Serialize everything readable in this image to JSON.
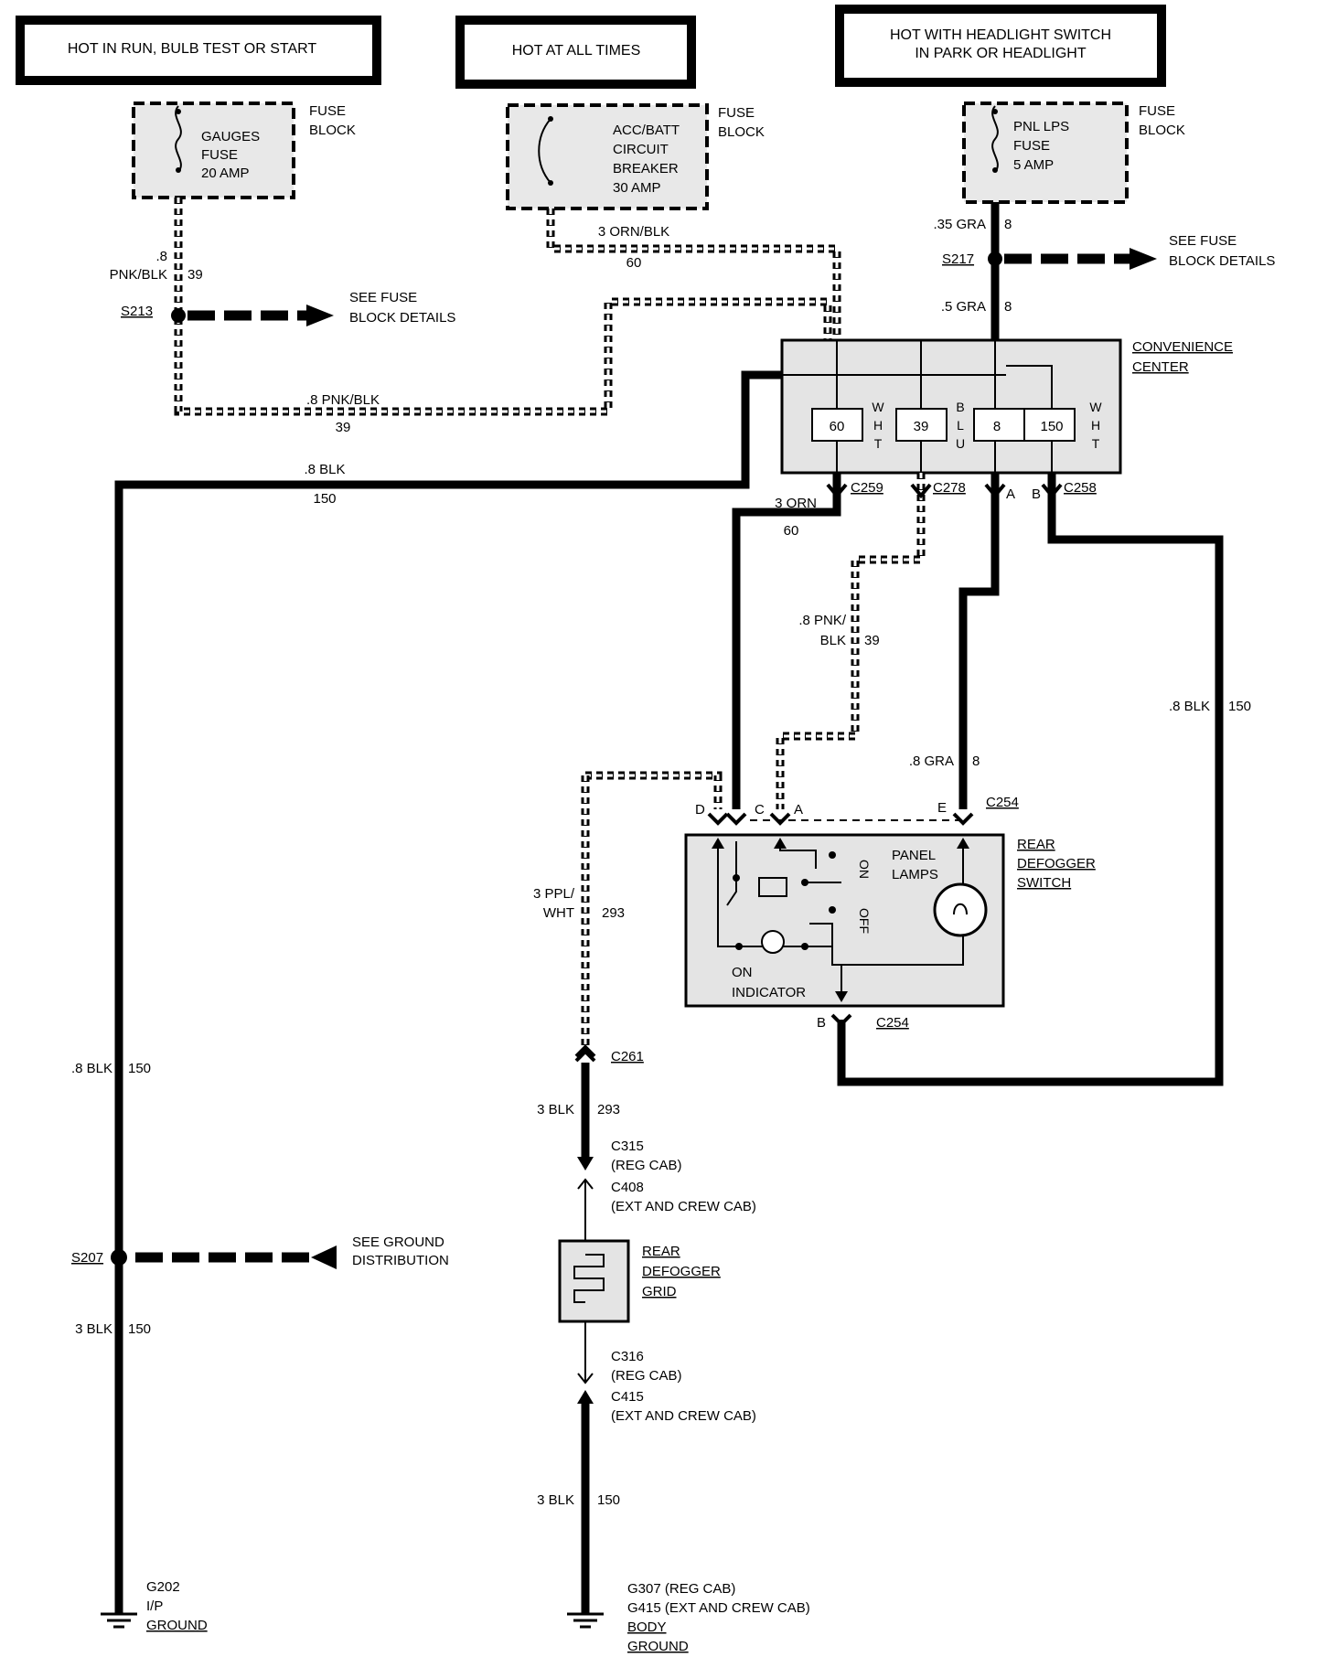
{
  "headers": {
    "run": "HOT IN RUN, BULB TEST OR START",
    "all_times": "HOT AT ALL TIMES",
    "headlight_line1": "HOT WITH HEADLIGHT SWITCH",
    "headlight_line2": "IN PARK OR HEADLIGHT"
  },
  "fuses": {
    "gauges": {
      "line1": "GAUGES",
      "line2": "FUSE",
      "line3": "20 AMP"
    },
    "accbatt": {
      "line1": "ACC/BATT",
      "line2": "CIRCUIT",
      "line3": "BREAKER",
      "line4": "30 AMP"
    },
    "pnllps": {
      "line1": "PNL LPS",
      "line2": "FUSE",
      "line3": "5 AMP"
    },
    "fuse_block_line1": "FUSE",
    "fuse_block_line2": "BLOCK"
  },
  "wires": {
    "w39_top_a": ".8",
    "w39_top_b": "PNK/BLK",
    "w39_top_num": "39",
    "w39_mid": ".8 PNK/BLK",
    "w39_mid_num": "39",
    "w60_top": "3 ORN/BLK",
    "w60_top_num": "60",
    "w8_top": ".35 GRA",
    "w8_top_num": "8",
    "w8_mid": ".5 GRA",
    "w8_mid_num": "8",
    "w150_top": ".8 BLK",
    "w150_top_num": "150",
    "w60_low": "3 ORN",
    "w60_low_num": "60",
    "w39_low_a": ".8 PNK/",
    "w39_low_b": "BLK",
    "w39_low_num": "39",
    "w8_low": ".8 GRA",
    "w8_low_num": "8",
    "w150_right": ".8 BLK",
    "w150_right_num": "150",
    "w293_a": "3 PPL/",
    "w293_b": "WHT",
    "w293_num": "293",
    "w293_blk": "3 BLK",
    "w293_blk_num": "293",
    "w150_left": ".8 BLK",
    "w150_left_num": "150",
    "w150_left_low": "3 BLK",
    "w150_left_low_num": "150",
    "w150_grid": "3 BLK",
    "w150_grid_num": "150"
  },
  "splices": {
    "s213": "S213",
    "s217": "S217",
    "s207": "S207",
    "see_fuse_1": "SEE FUSE",
    "see_fuse_2": "BLOCK DETAILS",
    "see_ground_1": "SEE GROUND",
    "see_ground_2": "DISTRIBUTION"
  },
  "convenience": {
    "title1": "CONVENIENCE",
    "title2": "CENTER",
    "c60": "60",
    "c39": "39",
    "c8": "8",
    "c150": "150",
    "wht": [
      "W",
      "H",
      "T"
    ],
    "blu": [
      "B",
      "L",
      "U"
    ],
    "wht2": [
      "W",
      "H",
      "T"
    ]
  },
  "connectors": {
    "c259": "C259",
    "c278": "C278",
    "c258": "C258",
    "c258_a": "A",
    "c258_b": "B",
    "c254": "C254",
    "c254_b": "C254",
    "pin_d": "D",
    "pin_c": "C",
    "pin_a": "A",
    "pin_e": "E",
    "pin_b": "B",
    "c261": "C261",
    "c315": "C315",
    "c315_sub": "(REG CAB)",
    "c408": "C408",
    "c408_sub": "(EXT AND CREW CAB)",
    "c316": "C316",
    "c316_sub": "(REG CAB)",
    "c415": "C415",
    "c415_sub": "(EXT AND CREW CAB)"
  },
  "switch": {
    "title1": "REAR",
    "title2": "DEFOGGER",
    "title3": "SWITCH",
    "panel1": "PANEL",
    "panel2": "LAMPS",
    "on": "ON",
    "off": "OFF",
    "ind1": "ON",
    "ind2": "INDICATOR"
  },
  "grid": {
    "title1": "REAR",
    "title2": "DEFOGGER",
    "title3": "GRID"
  },
  "grounds": {
    "g202": "G202",
    "g202_2": "I/P",
    "g202_3": "GROUND",
    "g307": "G307 (REG CAB)",
    "g415": "G415 (EXT AND CREW CAB)",
    "body": "BODY",
    "ground": "GROUND"
  }
}
